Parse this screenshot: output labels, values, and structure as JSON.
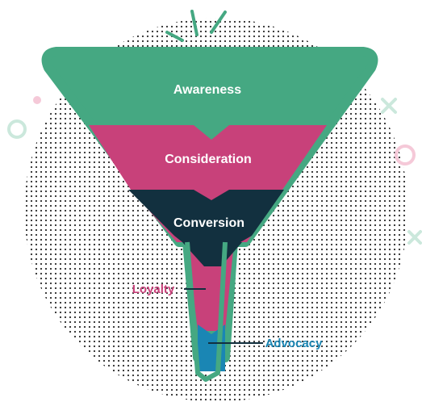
{
  "funnel": {
    "stages": [
      {
        "id": "awareness",
        "label": "Awareness"
      },
      {
        "id": "consideration",
        "label": "Consideration"
      },
      {
        "id": "conversion",
        "label": "Conversion"
      }
    ],
    "callouts": [
      {
        "id": "loyalty",
        "label": "Loyalty"
      },
      {
        "id": "advocacy",
        "label": "Advocacy"
      }
    ]
  },
  "colors": {
    "green": "#45a882",
    "pink": "#c8417a",
    "navy": "#12303f",
    "blue": "#1a86b4",
    "dot": "#2a2a2a",
    "deco_pink": "#f5c9d8",
    "deco_green": "#cbe8dc"
  },
  "decorations": [
    "dotted-circle-backdrop",
    "sparkle-lines",
    "circle-outline",
    "cross-mark"
  ]
}
